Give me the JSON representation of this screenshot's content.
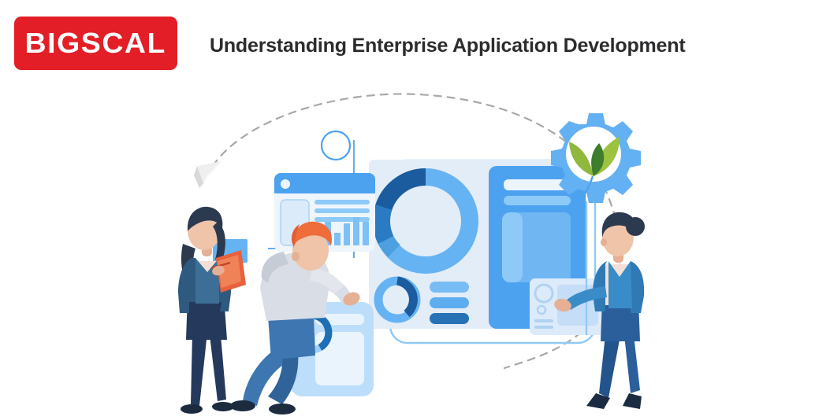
{
  "header": {
    "logo_text": "BIGSCAL",
    "logo_bg_color": "#e31e26",
    "logo_text_color": "#ffffff",
    "title": "Understanding Enterprise Application Development",
    "title_color": "#2c2c2e"
  },
  "illustration": {
    "alt": "Three business people collaborating around a large enterprise dashboard with charts, panels, a gear with sprouting leaves and a dashed paper-plane flight path",
    "palette": {
      "page_bg": "#ffffff",
      "blue_primary": "#4da2f0",
      "blue_light": "#8ecaf7",
      "blue_pale": "#e3edf7",
      "blue_paler": "#d6e6f5",
      "blue_dark": "#1a5c9e",
      "blue_mid": "#2b7bc4",
      "navy": "#24547d",
      "gray_dash": "#a8a8a8",
      "skin": "#e6b094",
      "skin_light": "#efc4a8",
      "hair_dark": "#2b3a4f",
      "hair_orange": "#ef6c3b",
      "hoodie_gray": "#d9dde5",
      "jeans_blue": "#3d76b0",
      "leaf_green": "#3e7d2e",
      "leaf_green_light": "#8fb83c",
      "clipboard_orange": "#e8613c",
      "paper_gray": "#e8e8e8"
    },
    "elements": [
      {
        "name": "paper-plane",
        "desc": "gray paper plane at start of dashed flight path"
      },
      {
        "name": "dashed-flight-path",
        "desc": "gray dashed arc sweeping over the dashboard"
      },
      {
        "name": "accent-circle-outline",
        "desc": "blue circle outline above the dashboard card"
      },
      {
        "name": "crosshair-lines",
        "desc": "thin blue horizontal and vertical guide lines"
      },
      {
        "name": "dashboard-frame",
        "desc": "large rounded outline framing the dashboard"
      },
      {
        "name": "browser-card",
        "desc": "small window card with sidebar, text lines and a bar chart"
      },
      {
        "name": "bar-chart",
        "desc": "six blue bars of varying height"
      },
      {
        "name": "donut-chart-large",
        "desc": "large donut with light blue, dark blue and mid blue segments"
      },
      {
        "name": "donut-chart-small",
        "desc": "small donut with a dark blue segment"
      },
      {
        "name": "legend-bars",
        "desc": "three stacked rounded bars, two light and one dark"
      },
      {
        "name": "right-panel-card",
        "desc": "blue panel with white bars and a nested content block"
      },
      {
        "name": "floating-media-card",
        "desc": "small light card with circles and a preview block"
      },
      {
        "name": "gear-icon",
        "desc": "blue gear wheel with a white center"
      },
      {
        "name": "sprout-leaves",
        "desc": "green leaves growing out of the gear center"
      },
      {
        "name": "person-woman-left",
        "desc": "woman in dark blue blazer holding an orange clipboard"
      },
      {
        "name": "speech-bubble",
        "desc": "light blue speech bubble beside the left woman"
      },
      {
        "name": "person-man-center",
        "desc": "man with orange hair in a gray hoodie and blue jeans leaning forward"
      },
      {
        "name": "tablet-panel-center",
        "desc": "light blue panel the man interacts with, carrying a donut gauge"
      },
      {
        "name": "person-woman-right",
        "desc": "woman in a blue blazer and navy trousers reaching toward the panel"
      }
    ],
    "bar_chart_heights": [
      22,
      30,
      16,
      28,
      36,
      30
    ]
  }
}
